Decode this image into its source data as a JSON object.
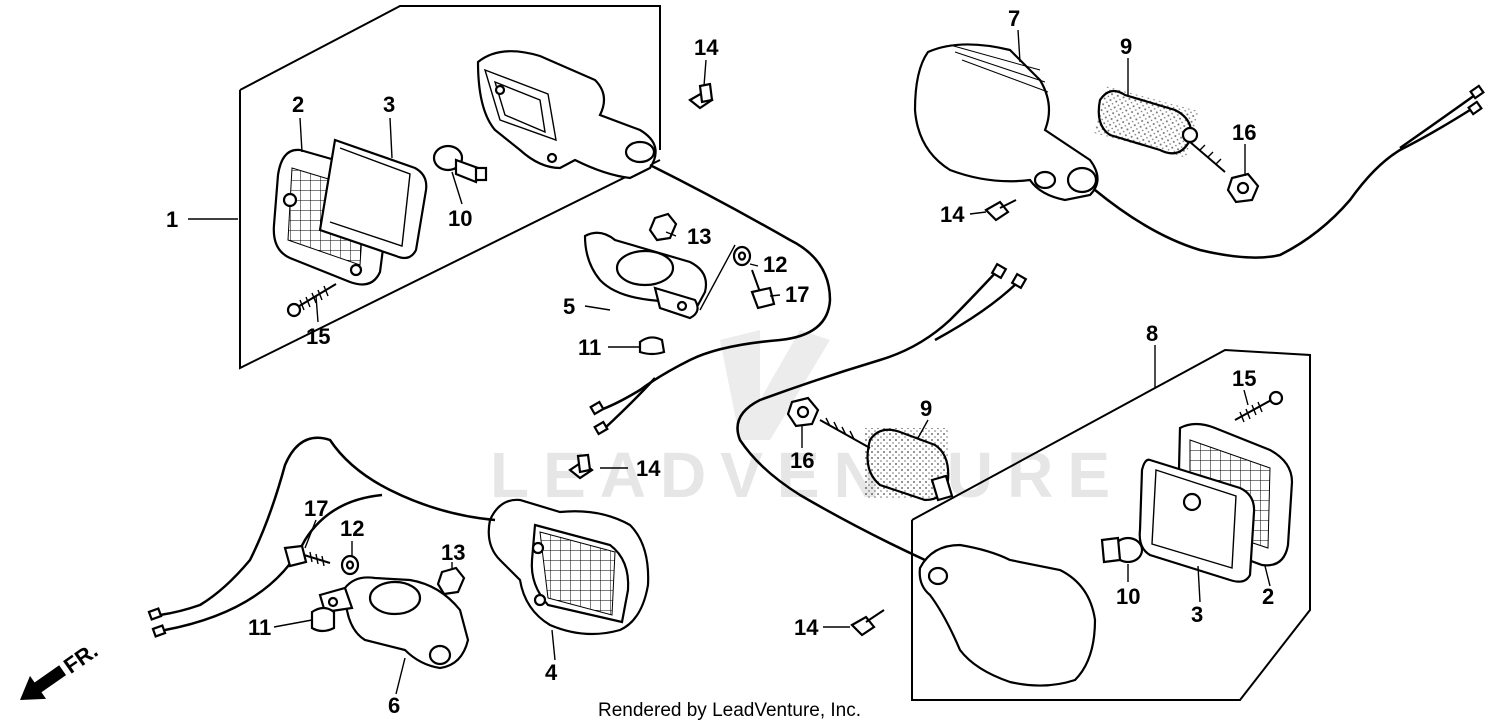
{
  "callouts": {
    "c1": "1",
    "c2_left": "2",
    "c3_left": "3",
    "c10_left": "10",
    "c15_left": "15",
    "c14_top": "14",
    "c13_top": "13",
    "c12_top": "12",
    "c17_top": "17",
    "c5": "5",
    "c11_top": "11",
    "c7": "7",
    "c9_top": "9",
    "c16_top": "16",
    "c14_right": "14",
    "c8": "8",
    "c15_right": "15",
    "c9_bottom": "9",
    "c16_bottom": "16",
    "c14_mid": "14",
    "c10_right": "10",
    "c3_right": "3",
    "c2_right": "2",
    "c14_bottom": "14",
    "c17_bottom": "17",
    "c12_bottom": "12",
    "c13_bottom": "13",
    "c11_bottom": "11",
    "c6": "6",
    "c4": "4"
  },
  "direction_label": "FR.",
  "watermark": "LEADVENTURE",
  "footer": "Rendered by LeadVenture, Inc.",
  "colors": {
    "ink": "#000000",
    "paper": "#ffffff",
    "watermark": "#e6e6e6"
  }
}
